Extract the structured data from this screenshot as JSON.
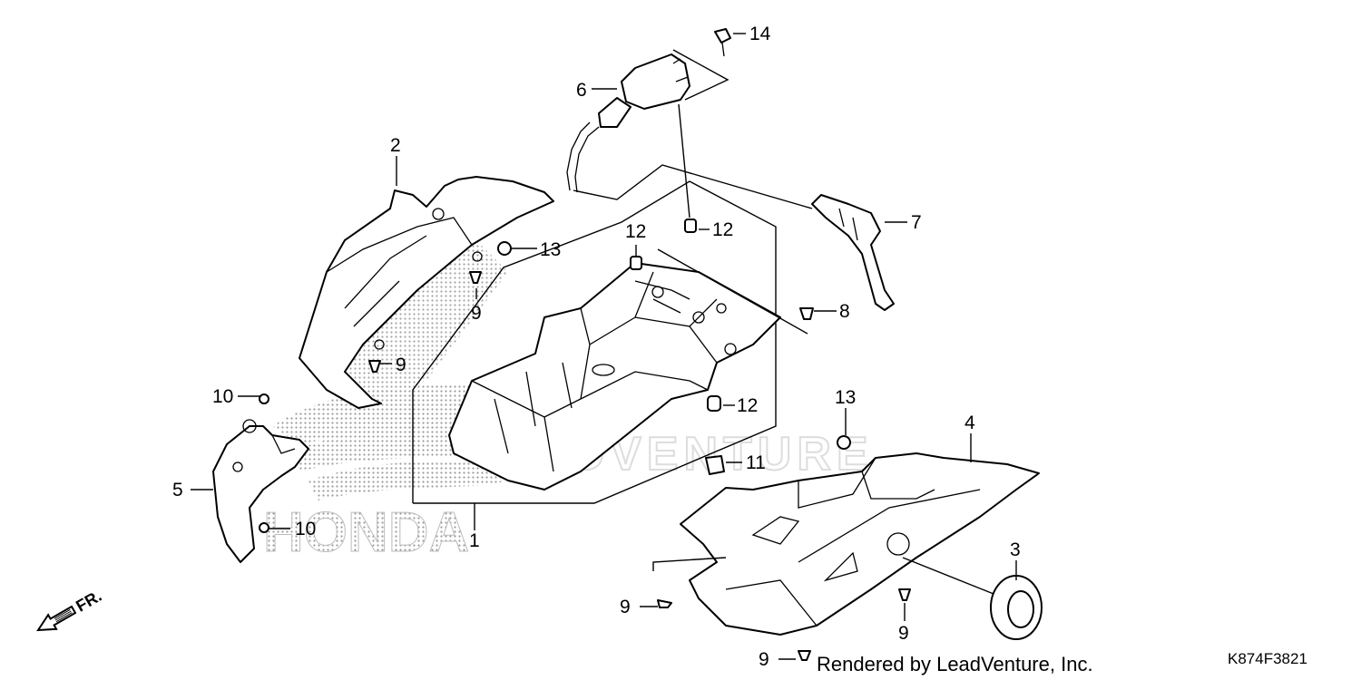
{
  "diagram": {
    "callouts": [
      {
        "id": "c14",
        "label": "14"
      },
      {
        "id": "c6",
        "label": "6"
      },
      {
        "id": "c2",
        "label": "2"
      },
      {
        "id": "c7",
        "label": "7"
      },
      {
        "id": "c12a",
        "label": "12"
      },
      {
        "id": "c12b",
        "label": "12"
      },
      {
        "id": "c13a",
        "label": "13"
      },
      {
        "id": "c9a",
        "label": "9"
      },
      {
        "id": "c8",
        "label": "8"
      },
      {
        "id": "c9b",
        "label": "9"
      },
      {
        "id": "c10a",
        "label": "10"
      },
      {
        "id": "c12c",
        "label": "12"
      },
      {
        "id": "c13b",
        "label": "13"
      },
      {
        "id": "c4",
        "label": "4"
      },
      {
        "id": "c11",
        "label": "11"
      },
      {
        "id": "c5",
        "label": "5"
      },
      {
        "id": "c10b",
        "label": "10"
      },
      {
        "id": "c1",
        "label": "1"
      },
      {
        "id": "c3",
        "label": "3"
      },
      {
        "id": "c9c",
        "label": "9"
      },
      {
        "id": "c9d",
        "label": "9"
      },
      {
        "id": "c9e",
        "label": "9"
      }
    ],
    "front_marker": "FR.",
    "watermark_brand": "HONDA",
    "watermark_text": "ADVENTURE"
  },
  "footer": {
    "credit": "Rendered by LeadVenture, Inc.",
    "diagram_code": "K874F3821"
  }
}
